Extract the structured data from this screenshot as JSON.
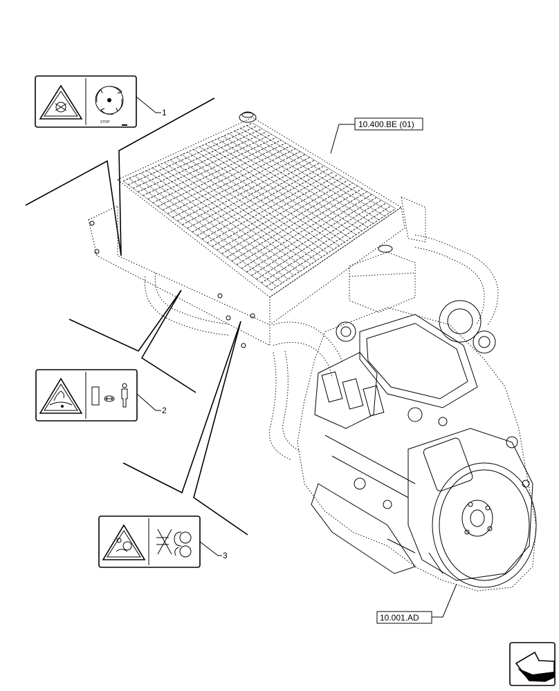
{
  "callouts": [
    {
      "number": "1",
      "decal": "rotating-fan-warning-decal"
    },
    {
      "number": "2",
      "decal": "hot-fluid-keep-distance-decal"
    },
    {
      "number": "3",
      "decal": "belt-entanglement-warning-decal"
    }
  ],
  "decal1": {
    "stop_text": "STOP"
  },
  "references": {
    "radiator": "10.400.BE (01)",
    "engine": "10.001.AD"
  },
  "nav": {
    "icon": "next-page-arrow-icon"
  },
  "colors": {
    "ink": "#000000",
    "background": "#ffffff"
  }
}
